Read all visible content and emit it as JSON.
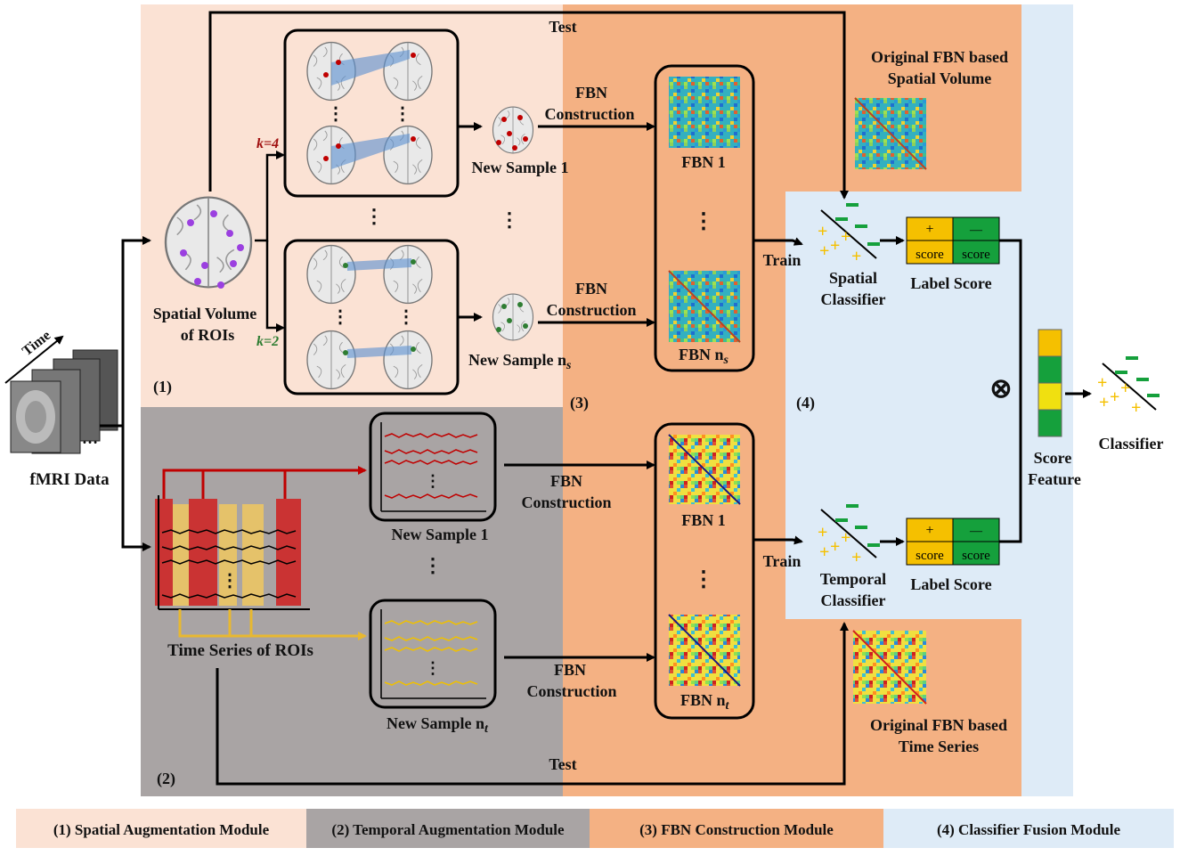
{
  "labels": {
    "test_top": "Test",
    "test_bottom": "Test",
    "train_top": "Train",
    "train_bottom": "Train",
    "orig_fbn_spatial_1": "Original FBN based",
    "orig_fbn_spatial_2": "Spatial Volume",
    "orig_fbn_time_1": "Original FBN based",
    "orig_fbn_time_2": "Time Series",
    "spatial_volume_1": "Spatial Volume",
    "spatial_volume_2": "of ROIs",
    "k4": "k=4",
    "k2": "k=2",
    "new_sample_1_spatial": "New Sample 1",
    "new_sample_ns": "New Sample n",
    "ns_sub": "s",
    "new_sample_1_temporal": "New Sample 1",
    "new_sample_nt": "New Sample n",
    "nt_sub": "t",
    "fbn_construction_1a": "FBN",
    "fbn_construction_1b": "Construction",
    "fbn_construction_2a": "FBN",
    "fbn_construction_2b": "Construction",
    "fbn_construction_3a": "FBN",
    "fbn_construction_3b": "Construction",
    "fbn_construction_4a": "FBN",
    "fbn_construction_4b": "Construction",
    "fbn1_top": "FBN 1",
    "fbn_ns": "FBN n",
    "fbn1_bottom": "FBN 1",
    "fbn_nt": "FBN n",
    "spatial_classifier_1": "Spatial",
    "spatial_classifier_2": "Classifier",
    "temporal_classifier_1": "Temporal",
    "temporal_classifier_2": "Classifier",
    "label_score_top": "Label Score",
    "label_score_bottom": "Label Score",
    "plus": "+",
    "minus": "—",
    "score": "score",
    "score_feature_1": "Score",
    "score_feature_2": "Feature",
    "classifier": "Classifier",
    "fmri_data": "fMRI Data",
    "time": "Time",
    "time_series_rois": "Time Series of ROIs",
    "module_num_1": "(1)",
    "module_num_2": "(2)",
    "module_num_3": "(3)",
    "module_num_4": "(4)",
    "vdots": "⋮",
    "ellipsis": "…",
    "otimes": "⊗"
  },
  "legend": [
    {
      "label": "(1) Spatial Augmentation Module",
      "color": "#fbe2d4"
    },
    {
      "label": "(2) Temporal Augmentation Module",
      "color": "#a9a4a4"
    },
    {
      "label": "(3) FBN Construction Module",
      "color": "#f4b183"
    },
    {
      "label": "(4) Classifier Fusion Module",
      "color": "#deebf7"
    }
  ],
  "colors": {
    "spatial_bg": "#fbe2d4",
    "temporal_bg": "#a9a4a4",
    "fbn_bg": "#f4b183",
    "fusion_bg": "#deebf7",
    "plus_yellow": "#f5c000",
    "minus_green": "#15a03c",
    "k4_red": "#a01010",
    "k2_green": "#2e7d32"
  }
}
